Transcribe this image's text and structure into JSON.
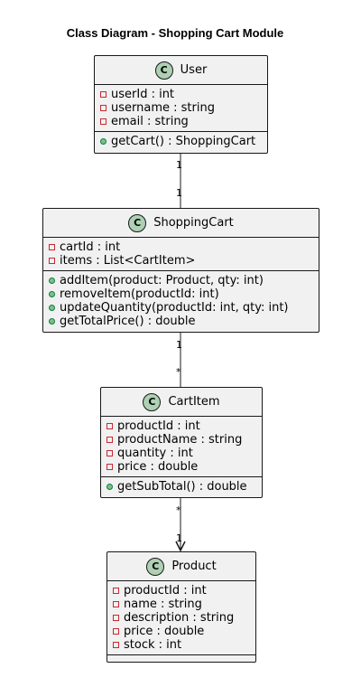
{
  "diagram": {
    "title": "Class Diagram - Shopping Cart Module",
    "classes": {
      "user": {
        "badge": "C",
        "name": "User",
        "attributes": [
          "userId : int",
          "username : string",
          "email : string"
        ],
        "methods": [
          "getCart() : ShoppingCart"
        ]
      },
      "cart": {
        "badge": "C",
        "name": "ShoppingCart",
        "attributes": [
          "cartId : int",
          "items : List<CartItem>"
        ],
        "methods": [
          "addItem(product: Product, qty: int)",
          "removeItem(productId: int)",
          "updateQuantity(productId: int, qty: int)",
          "getTotalPrice() : double"
        ]
      },
      "item": {
        "badge": "C",
        "name": "CartItem",
        "attributes": [
          "productId : int",
          "productName : string",
          "quantity : int",
          "price : double"
        ],
        "methods": [
          "getSubTotal() : double"
        ]
      },
      "product": {
        "badge": "C",
        "name": "Product",
        "attributes": [
          "productId : int",
          "name : string",
          "description : string",
          "price : double",
          "stock : int"
        ],
        "methods": []
      }
    },
    "relations": {
      "user_cart": {
        "from_mult": "1",
        "to_mult": "1"
      },
      "cart_item": {
        "from_mult": "1",
        "to_mult": "*"
      },
      "item_product": {
        "from_mult": "*",
        "to_mult": "1"
      }
    },
    "colors": {
      "class_fill": "#f1f1f1",
      "border": "#181818",
      "badge_fill": "#add1b2",
      "private_marker": "#c82930",
      "public_marker": "#84be84"
    }
  }
}
